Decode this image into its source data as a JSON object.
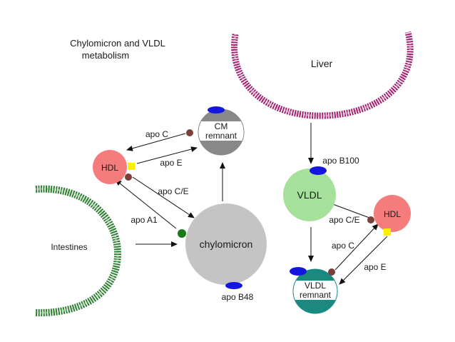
{
  "title": {
    "line1": "Chylomicron and VLDL",
    "line2": "metabolism"
  },
  "nodes": {
    "liver": "Liver",
    "intestines": "Intestines",
    "chylomicron": "chylomicron",
    "cm_remnant_line1": "CM",
    "cm_remnant_line2": "remnant",
    "hdl_left": "HDL",
    "vldl": "VLDL",
    "hdl_right": "HDL",
    "vldl_remnant_line1": "VLDL",
    "vldl_remnant_line2": "remnant"
  },
  "edge_labels": {
    "apo_c_left": "apo C",
    "apo_e_left": "apo E",
    "apo_ce_left": "apo C/E",
    "apo_a1": "apo A1",
    "apo_b48": "apo B48",
    "apo_b100": "apo B100",
    "apo_ce_right": "apo C/E",
    "apo_c_right": "apo C",
    "apo_e_right": "apo E"
  },
  "colors": {
    "liver": "#a0206e",
    "intestines": "#2e7d32",
    "chylomicron": "#c4c4c4",
    "cm_remnant": "#888888",
    "hdl": "#f47c7c",
    "vldl": "#a5e19a",
    "vldl_remnant": "#1a8a80",
    "apo_b": "#1515e0",
    "apo_c": "#7b3f3a",
    "apo_e": "#ffee00",
    "apo_a1": "#1a7a1a"
  }
}
